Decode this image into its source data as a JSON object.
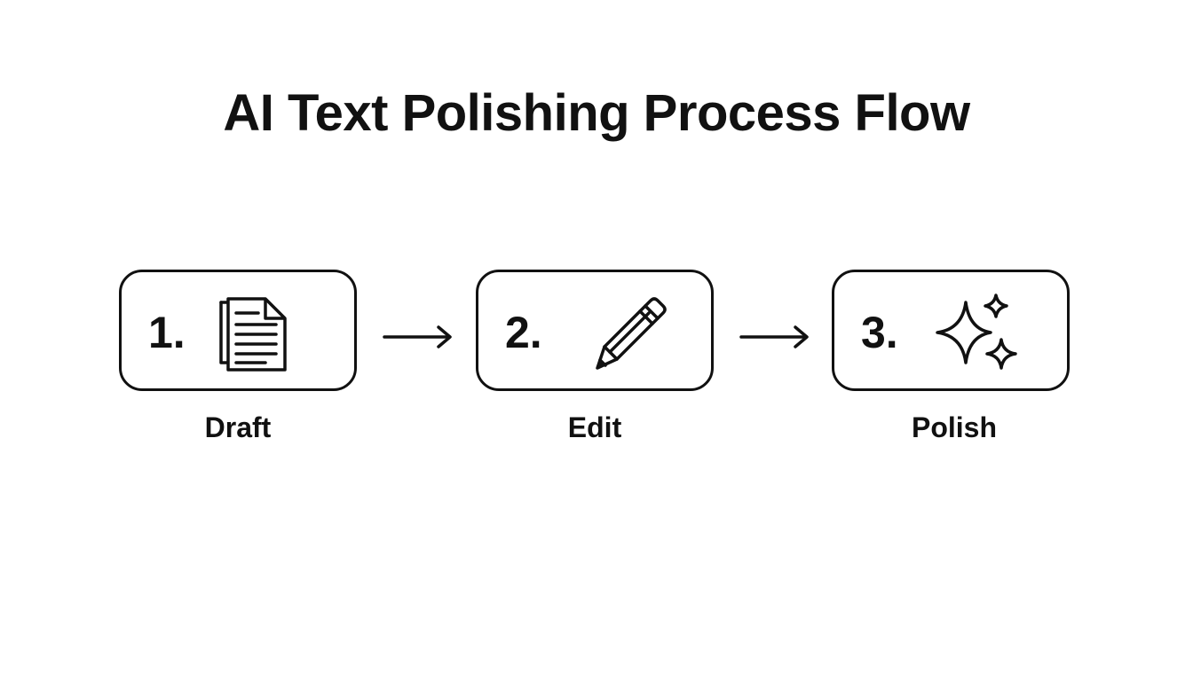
{
  "diagram": {
    "title": "AI Text Polishing Process Flow",
    "steps": [
      {
        "number": "1.",
        "label": "Draft",
        "icon": "document-icon"
      },
      {
        "number": "2.",
        "label": "Edit",
        "icon": "pencil-icon"
      },
      {
        "number": "3.",
        "label": "Polish",
        "icon": "sparkles-icon"
      }
    ],
    "connectors": [
      {
        "from": "Draft",
        "to": "Edit",
        "icon": "arrow-right-icon"
      },
      {
        "from": "Edit",
        "to": "Polish",
        "icon": "arrow-right-icon"
      }
    ],
    "colors": {
      "stroke": "#111111",
      "background": "#ffffff"
    }
  }
}
